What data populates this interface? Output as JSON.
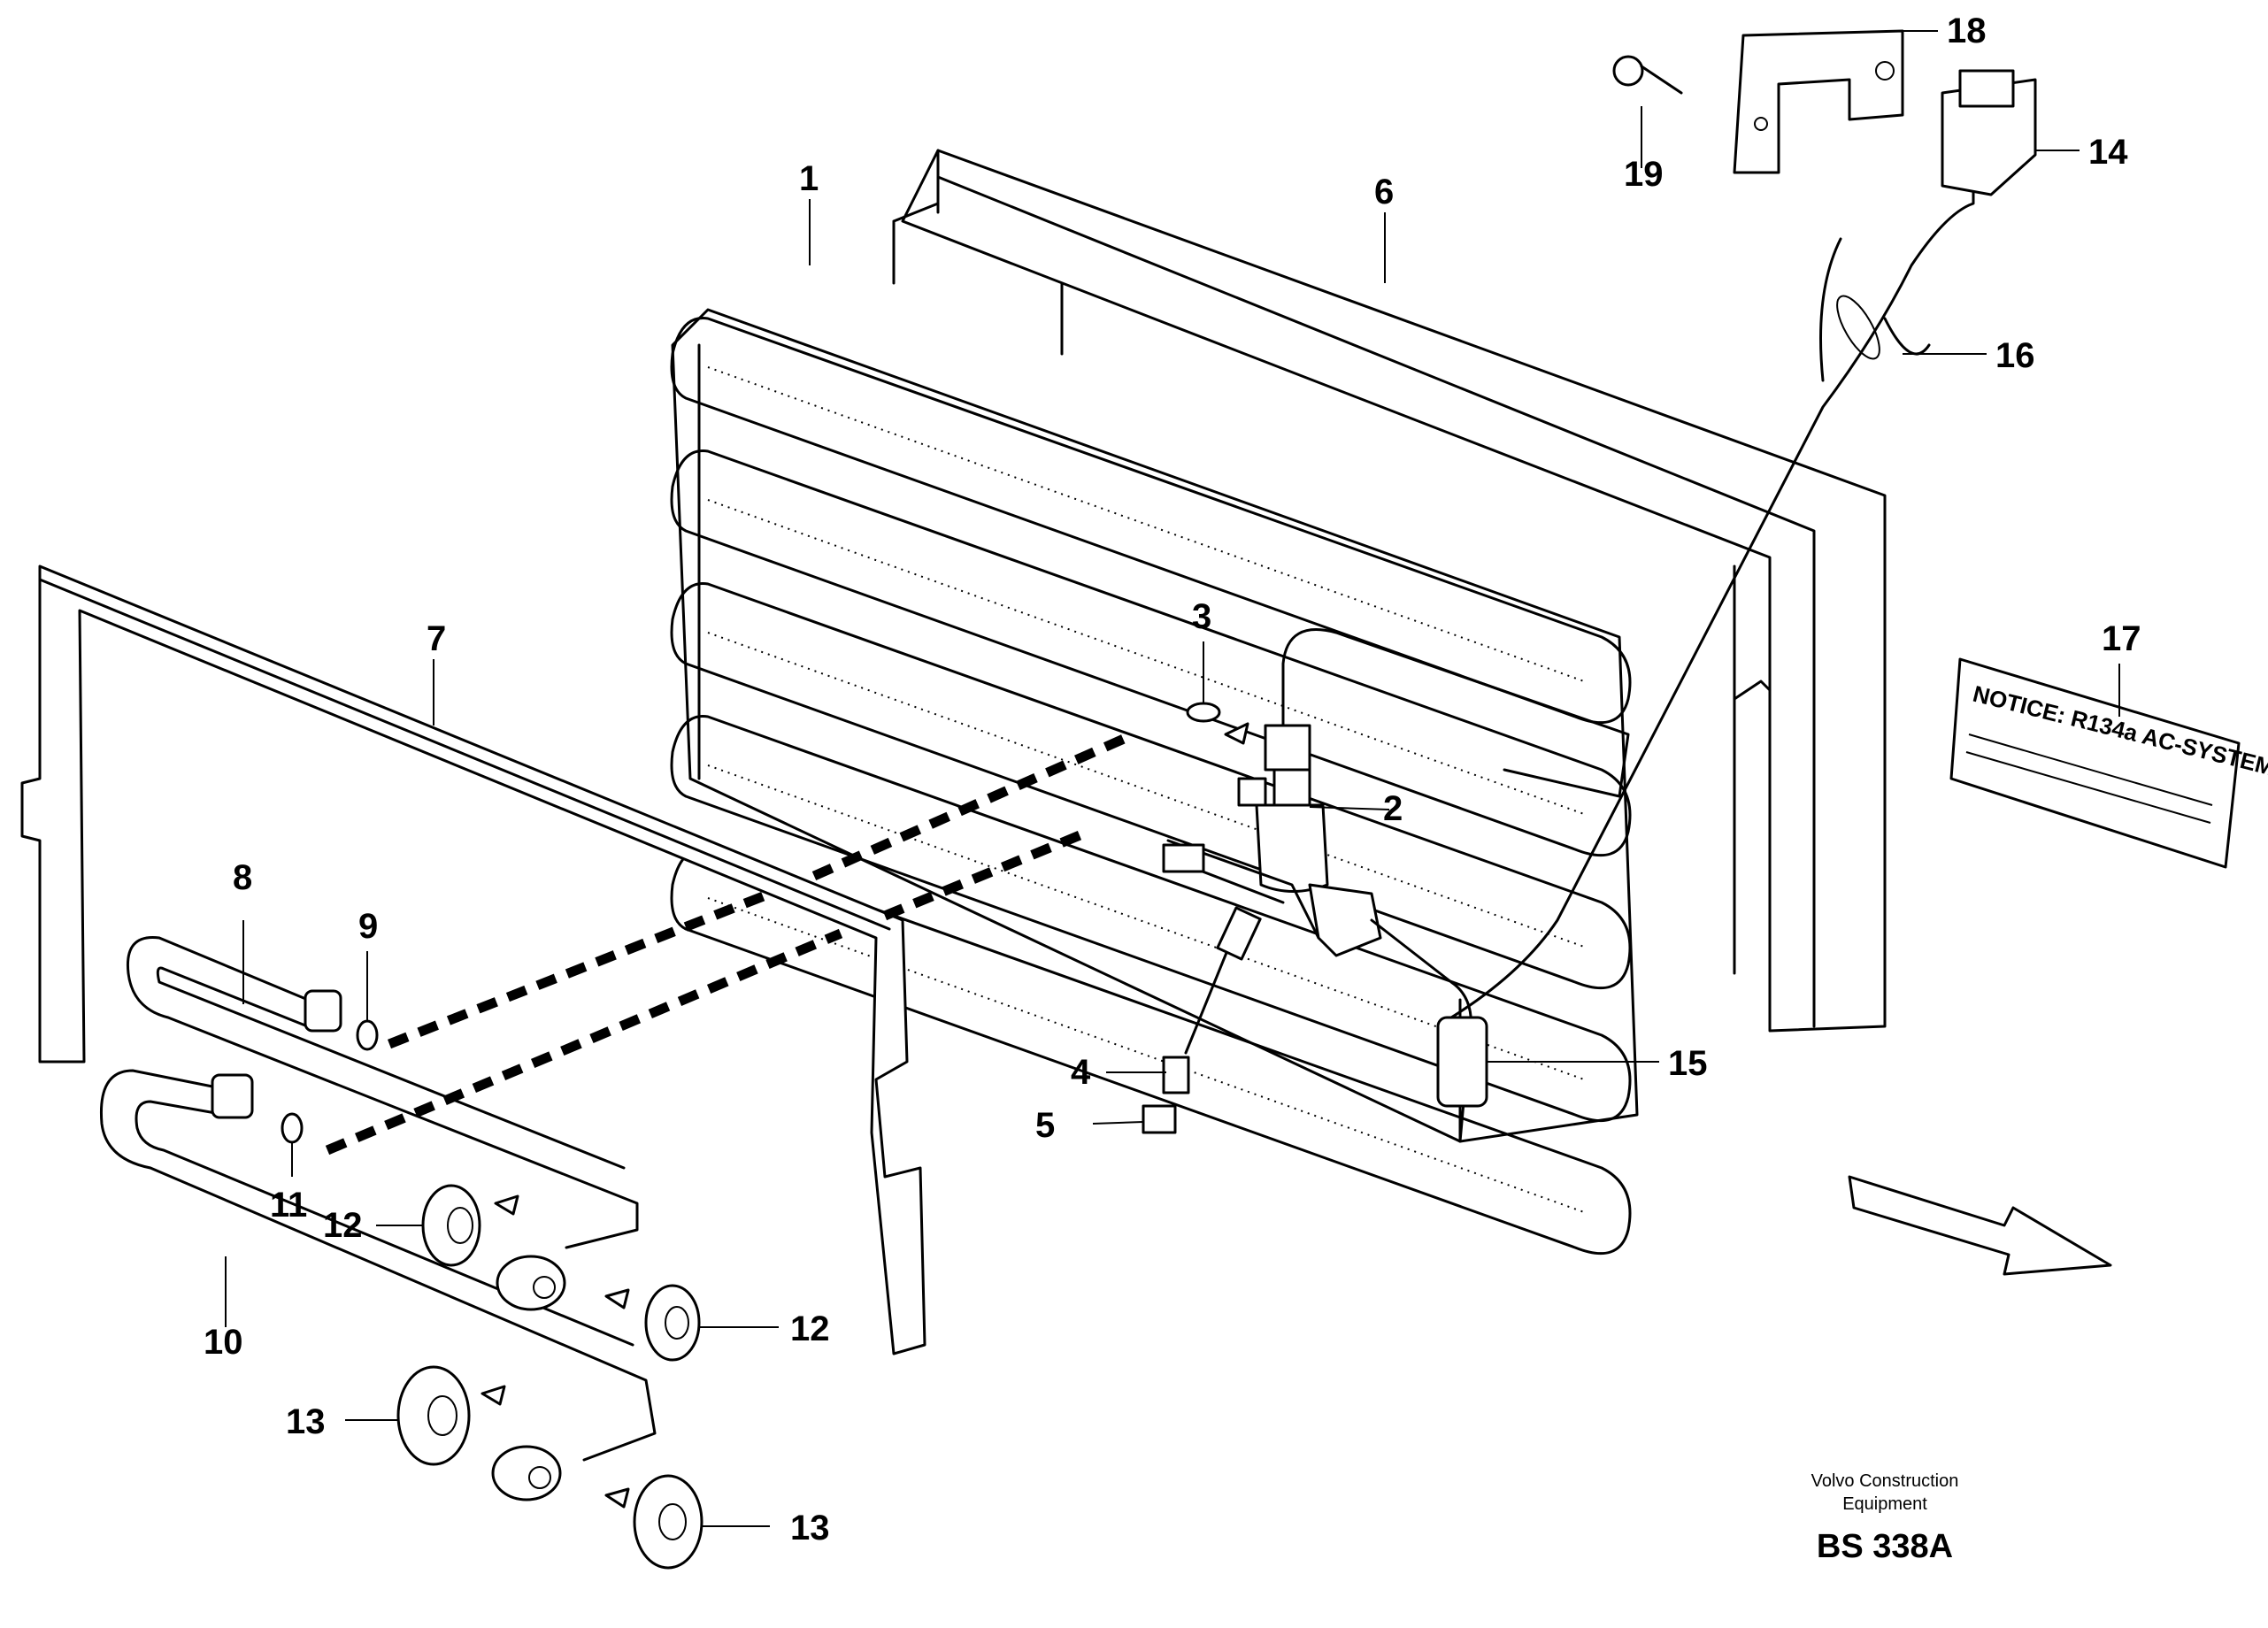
{
  "callouts": {
    "c1": "1",
    "c2": "2",
    "c3": "3",
    "c4": "4",
    "c5": "5",
    "c6": "6",
    "c7": "7",
    "c8": "8",
    "c9": "9",
    "c10": "10",
    "c11": "11",
    "c12a": "12",
    "c12b": "12",
    "c13a": "13",
    "c13b": "13",
    "c14": "14",
    "c15": "15",
    "c16": "16",
    "c17": "17",
    "c18": "18",
    "c19": "19"
  },
  "notice_label": {
    "text": "NOTICE: R134a  AC-SYSTEM"
  },
  "credit": {
    "line1": "Volvo Construction",
    "line2": "Equipment",
    "code": "BS 338A"
  },
  "icons": {
    "direction_arrow": "arrow-right-down-icon"
  },
  "colors": {
    "ink": "#000000",
    "paper": "#ffffff"
  }
}
